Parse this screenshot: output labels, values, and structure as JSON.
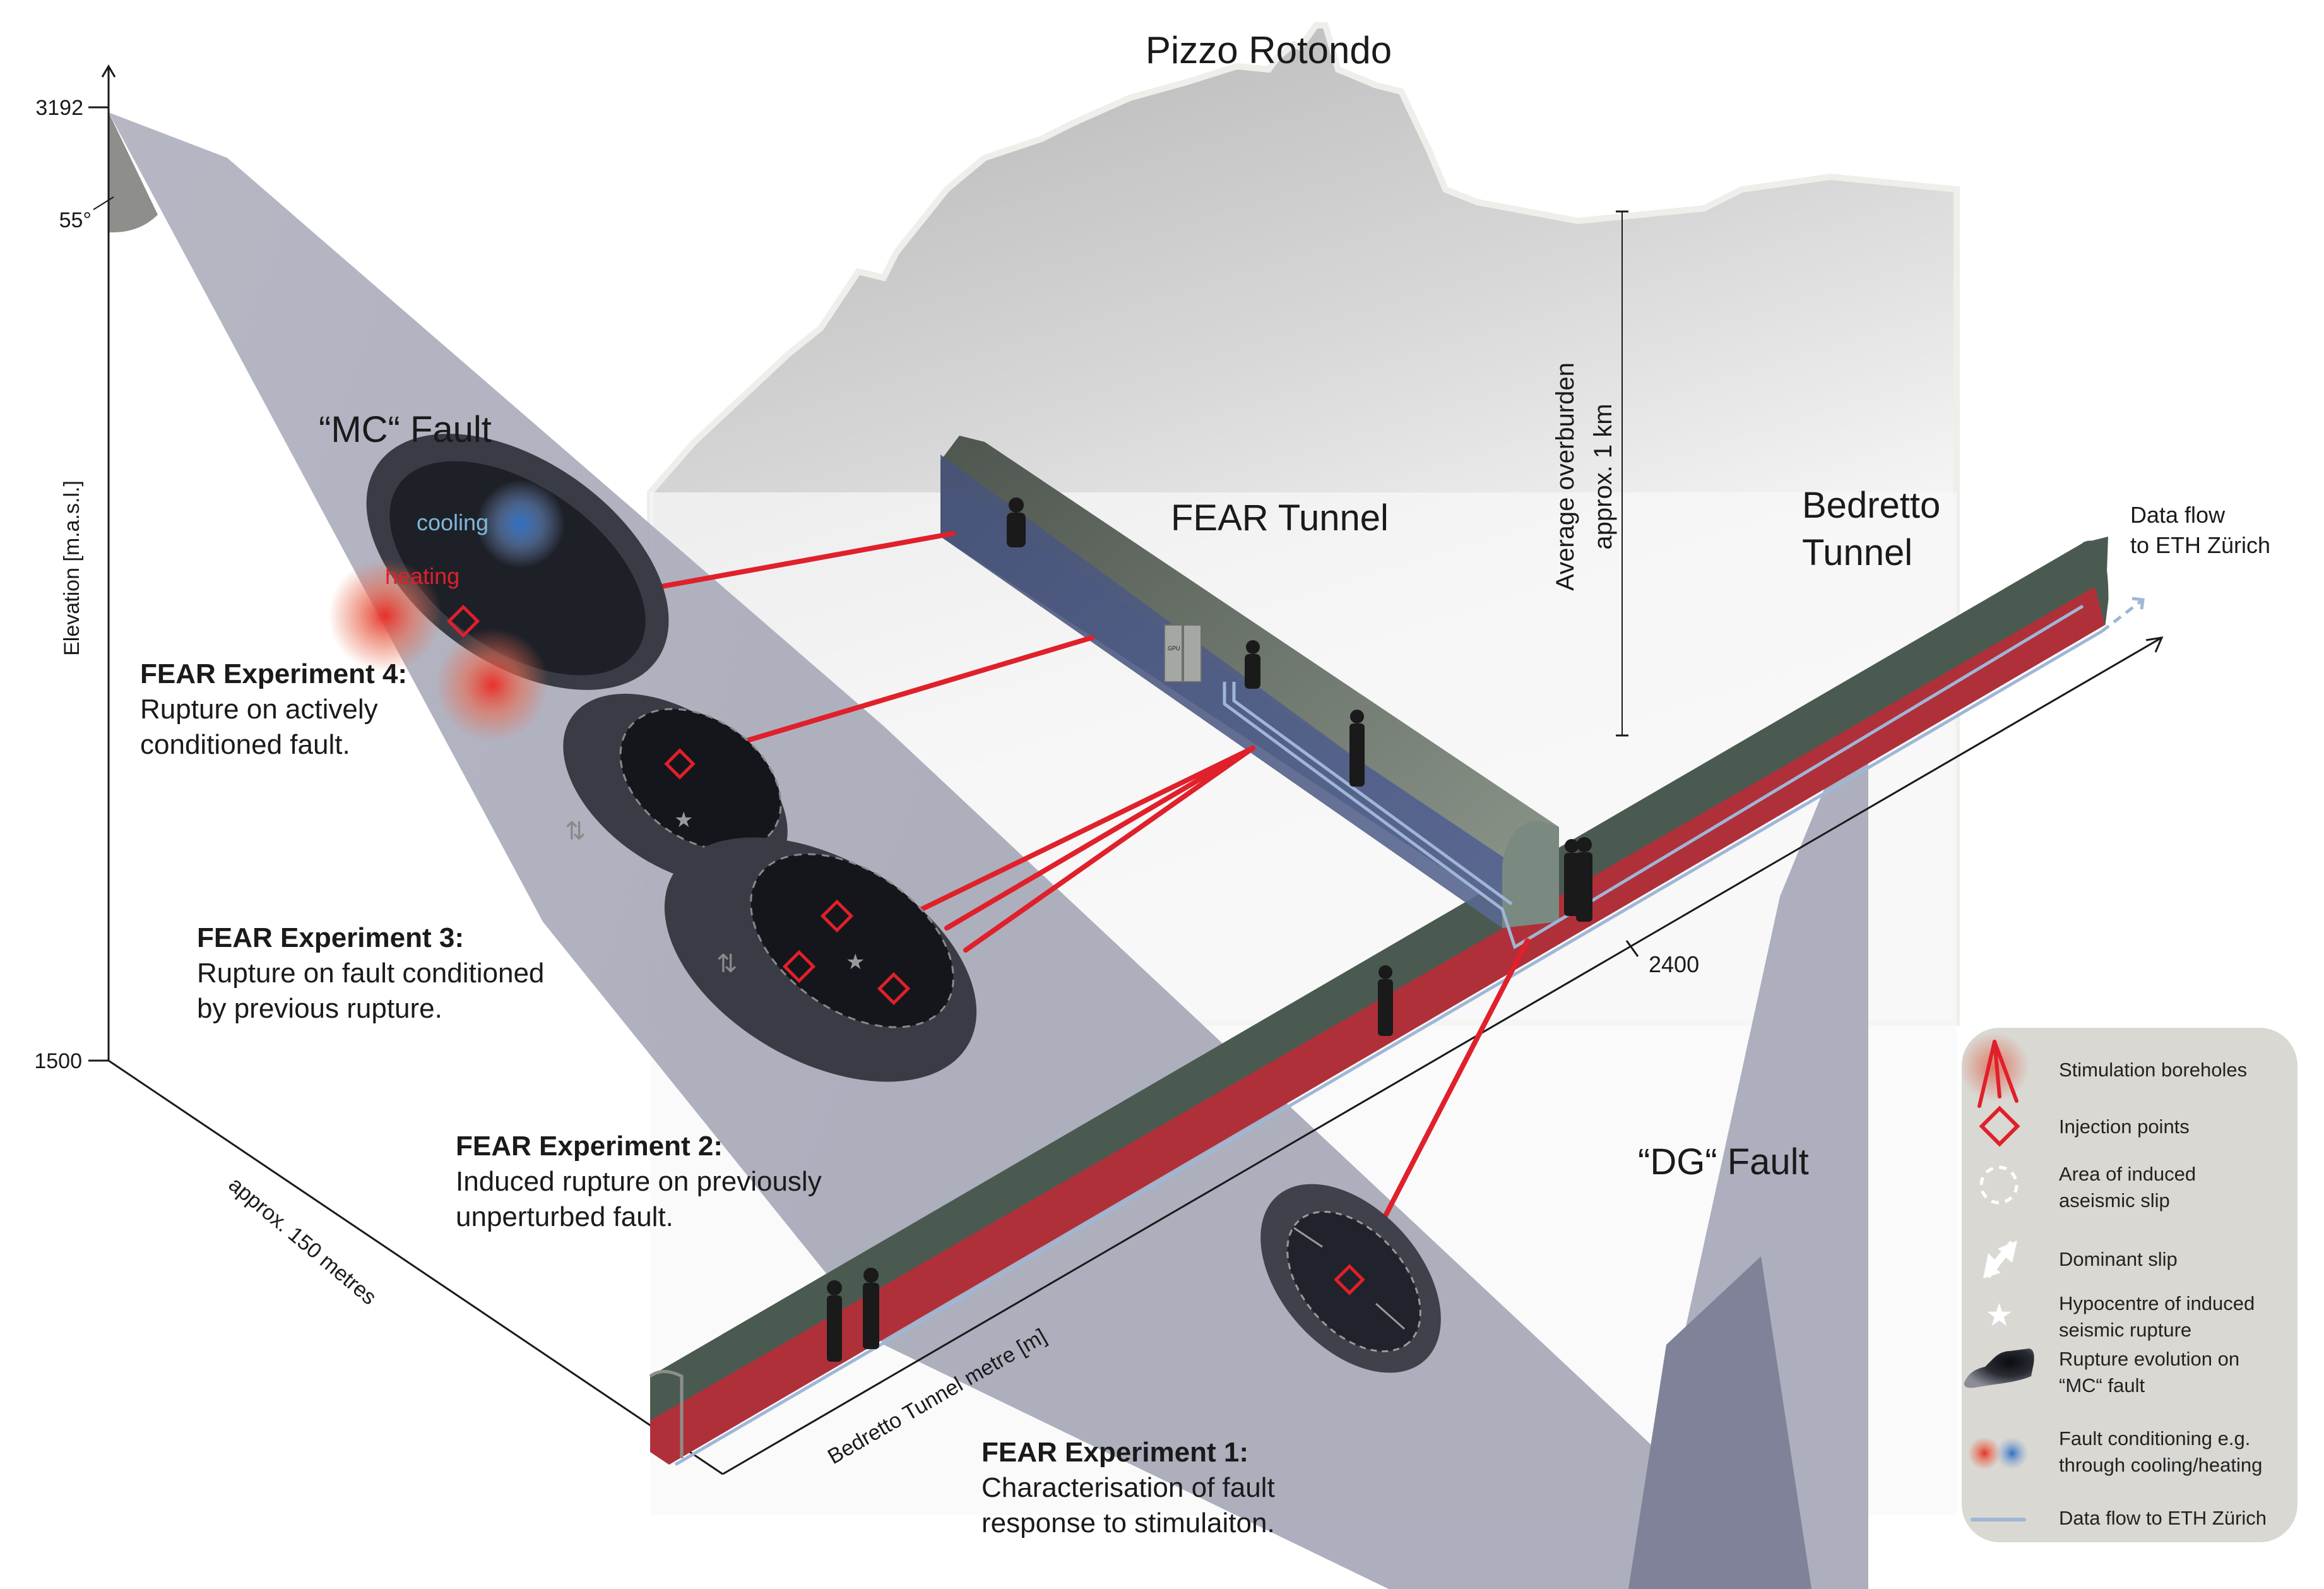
{
  "title": "Pizzo Rotondo",
  "elevation_axis": {
    "label": "Elevation [m.a.s.l.]",
    "top_tick": "3192",
    "bottom_tick": "1500",
    "dip_angle": "55°"
  },
  "depth_axis": {
    "label": "approx. 150 metres"
  },
  "tunnel_axis": {
    "label": "Bedretto Tunnel metre [m]",
    "tick": "2400"
  },
  "overburden": {
    "line1": "Average overburden",
    "line2": "approx. 1 km"
  },
  "faults": {
    "mc": "“MC“ Fault",
    "dg": "“DG“ Fault",
    "cooling": "cooling",
    "heating": "heating"
  },
  "tunnels": {
    "fear": "FEAR Tunnel",
    "bedretto_line1": "Bedretto",
    "bedretto_line2": "Tunnel",
    "dataflow_line1": "Data flow",
    "dataflow_line2": "to ETH Zürich"
  },
  "server_label": "GPU",
  "experiments": [
    {
      "heading": "FEAR Experiment 4:",
      "lines": [
        "Rupture on actively",
        "conditioned fault."
      ]
    },
    {
      "heading": "FEAR Experiment 3:",
      "lines": [
        "Rupture on fault conditioned",
        "by previous rupture."
      ]
    },
    {
      "heading": "FEAR Experiment 2:",
      "lines": [
        "Induced rupture on previously",
        "unperturbed fault."
      ]
    },
    {
      "heading": "FEAR Experiment 1:",
      "lines": [
        "Characterisation of fault",
        "response to stimulaiton."
      ]
    }
  ],
  "legend": {
    "items": [
      {
        "icon": "stimulation-boreholes-icon",
        "lines": [
          "Stimulation boreholes"
        ]
      },
      {
        "icon": "injection-point-icon",
        "lines": [
          "Injection points"
        ]
      },
      {
        "icon": "aseismic-slip-area-icon",
        "lines": [
          "Area of induced",
          "aseismic slip"
        ]
      },
      {
        "icon": "dominant-slip-icon",
        "lines": [
          "Dominant slip"
        ]
      },
      {
        "icon": "hypocentre-star-icon",
        "lines": [
          "Hypocentre of induced",
          "seismic rupture"
        ]
      },
      {
        "icon": "rupture-evolution-icon",
        "lines": [
          "Rupture evolution on",
          "“MC“ fault"
        ]
      },
      {
        "icon": "fault-conditioning-icon",
        "lines": [
          "Fault conditioning e.g.",
          "through cooling/heating"
        ]
      },
      {
        "icon": "data-flow-line-icon",
        "lines": [
          "Data flow to ETH Zürich"
        ]
      }
    ]
  },
  "colors": {
    "fault_plane": "#a9abba",
    "tunnel_wall": "#4a5a50",
    "tunnel_floor": "#b0303a",
    "fear_floor": "#4b5a85",
    "data_flow": "#9fb6d6",
    "borehole_red": "#e0202a",
    "disk_dark": "#1e2028",
    "legend_bg": "#d9d8d3",
    "cooling": "#2f6fc0",
    "heating": "#e8302a"
  }
}
